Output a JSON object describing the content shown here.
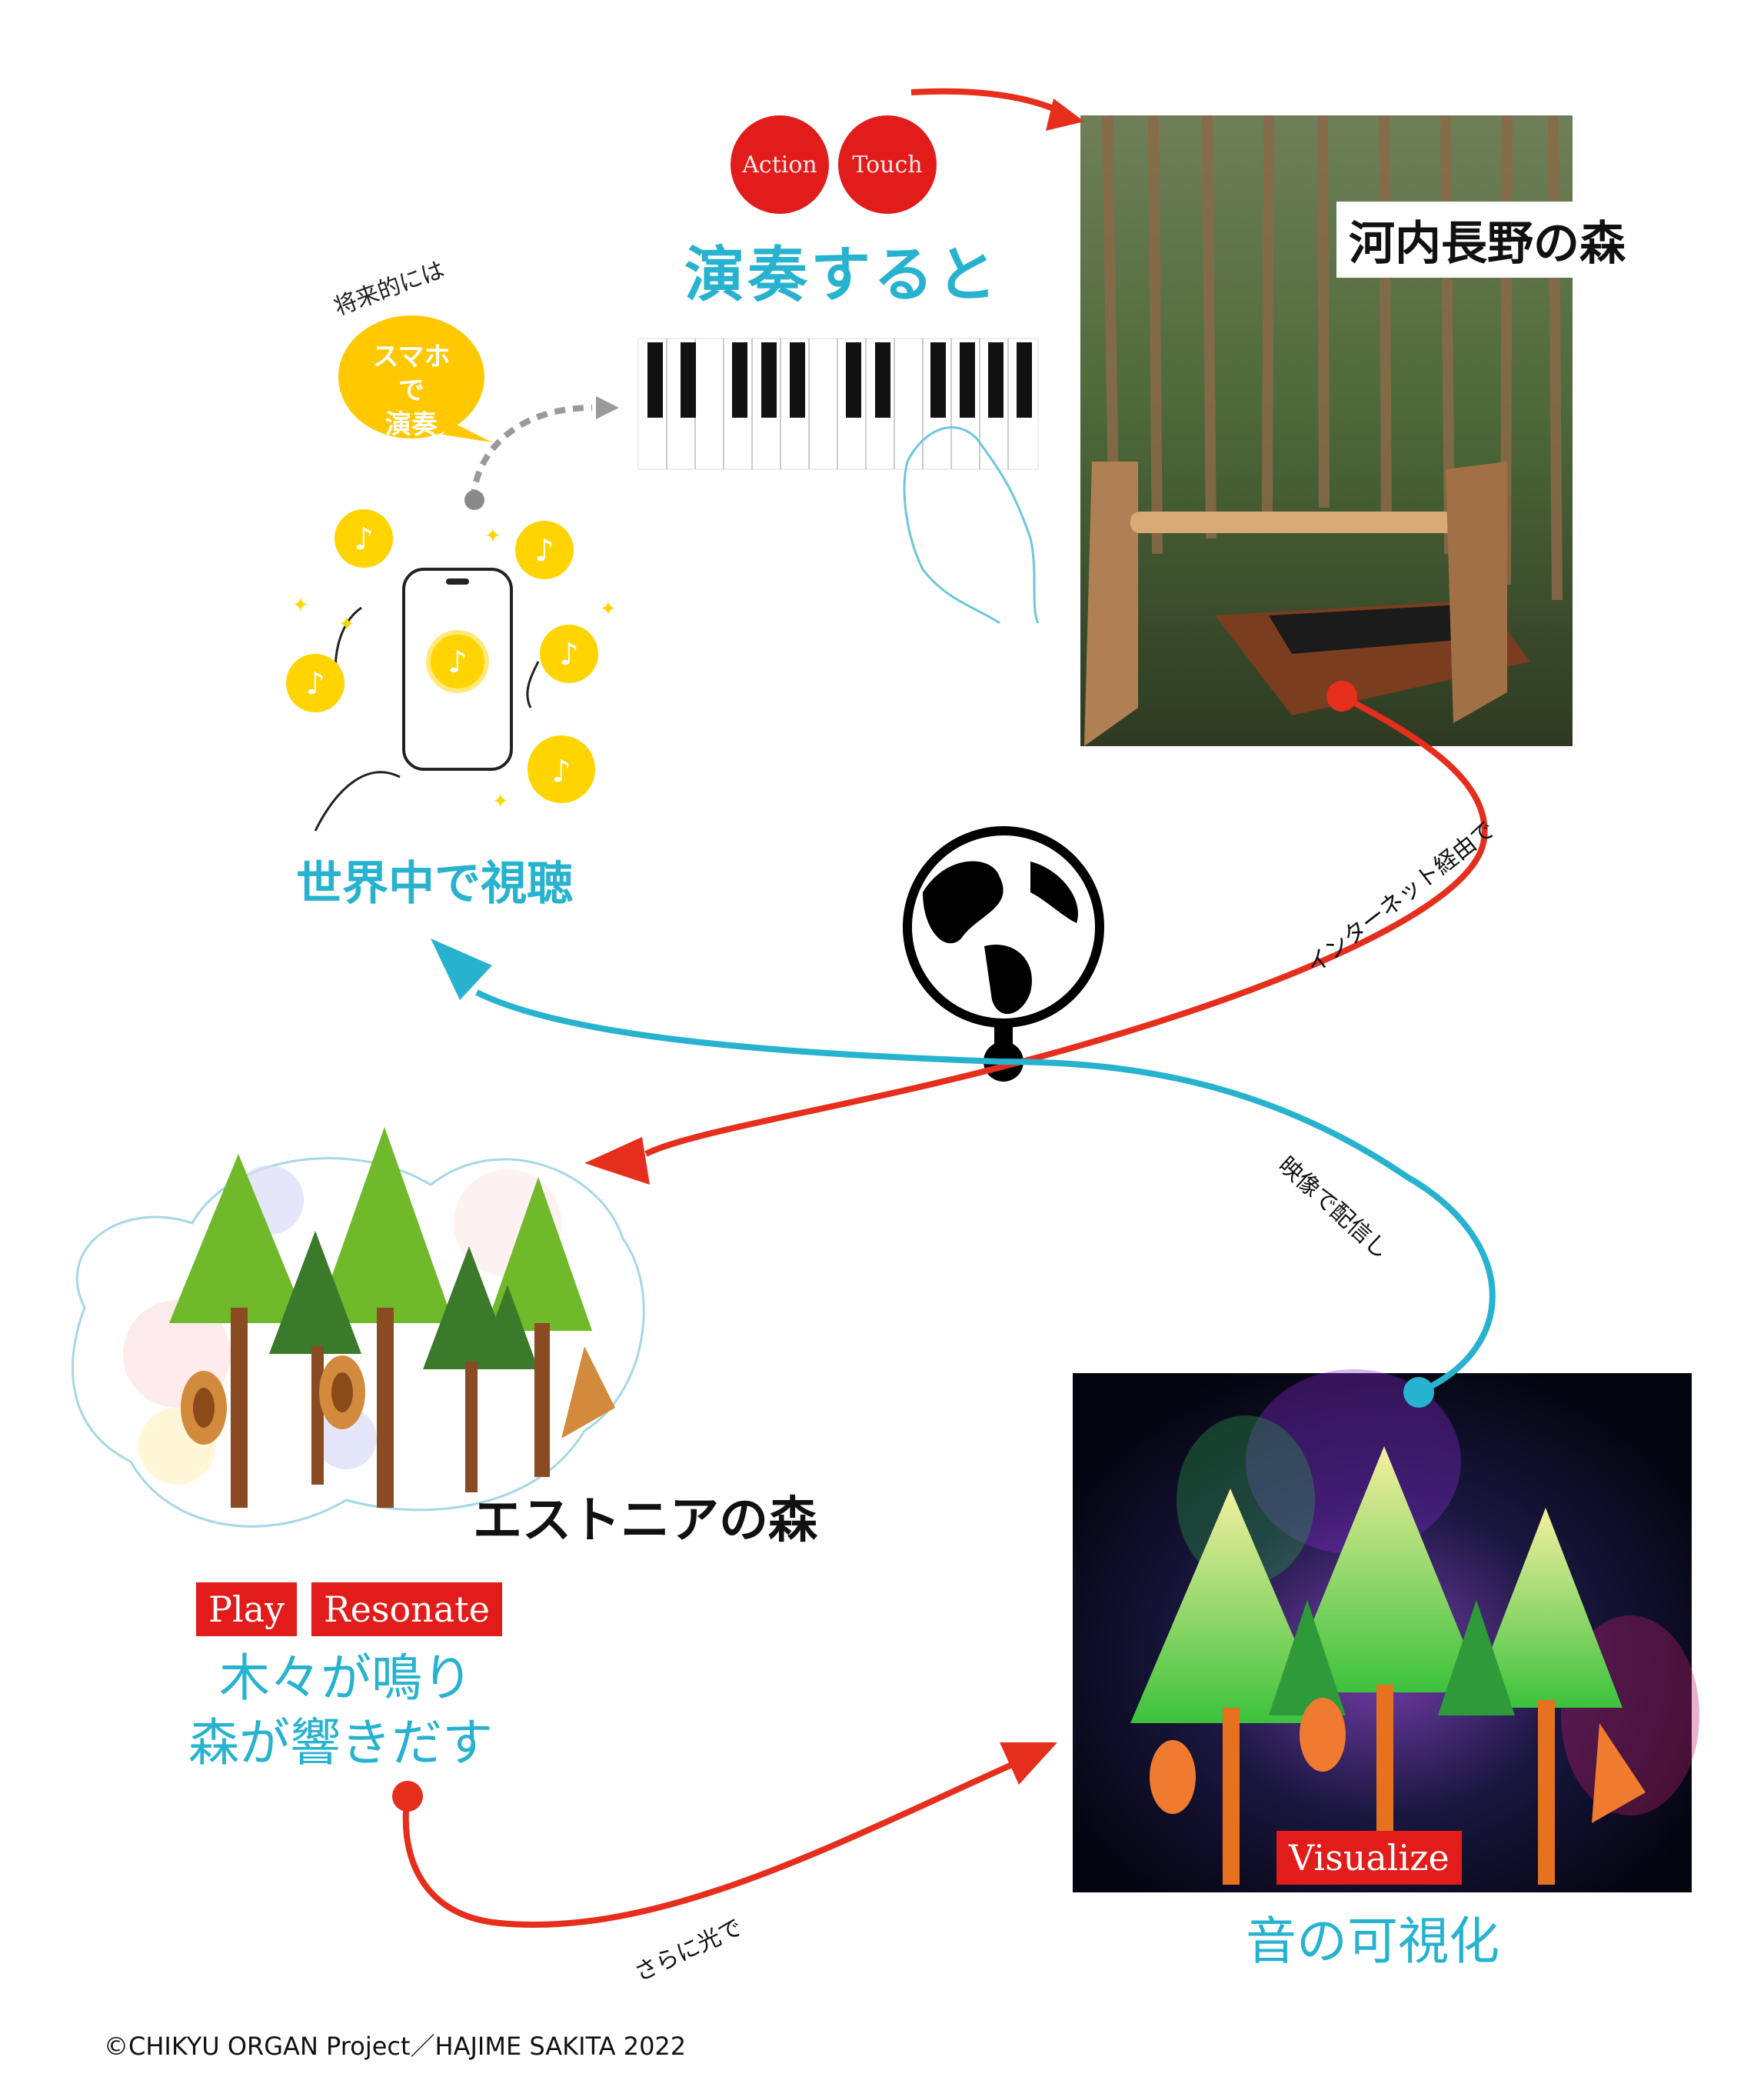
{
  "top": {
    "tags": [
      "Action",
      "Touch"
    ],
    "heading": "演奏すると"
  },
  "forest_japan": {
    "label": "河内長野の森"
  },
  "phone": {
    "callout_top": "将来的には",
    "bubble": [
      "スマホで",
      "演奏"
    ],
    "caption": "世界中で視聴"
  },
  "routes": {
    "internet": "インターネット経由で",
    "video": "映像で配信し",
    "light": "さらに光で"
  },
  "forest_estonia": {
    "label": "エストニアの森",
    "tags": [
      "Play",
      "Resonate"
    ],
    "caption_lines": [
      "木々が鳴り",
      "森が響きだす"
    ]
  },
  "visual": {
    "tag": "Visualize",
    "caption": "音の可視化"
  },
  "footer": {
    "copyright": "©CHIKYU ORGAN Project／HAJIME SAKITA 2022"
  },
  "colors": {
    "accent_red": "#e62e1c",
    "accent_cyan": "#27b3cf",
    "bubble_yellow": "#ffc800"
  },
  "icons": [
    "globe-icon",
    "music-note-icon",
    "smartphone-icon",
    "piano-keys-icon",
    "hand-icon"
  ]
}
